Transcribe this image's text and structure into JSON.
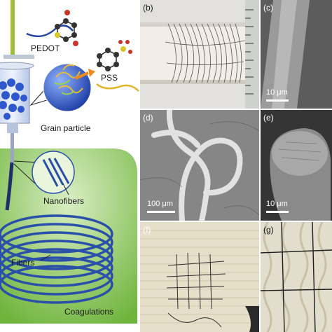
{
  "schematic": {
    "labels": {
      "pedot": "PEDOT",
      "pss": "PSS",
      "grain": "Grain particle",
      "nanofibers": "Nanofibers",
      "fibers": "Fibers",
      "coagulations": "Coagulations"
    },
    "colors": {
      "bath": "#7fc24a",
      "coil": "#2a4fa8",
      "particle": "#2c5bd8"
    }
  },
  "panels": {
    "b": {
      "label": "(b)"
    },
    "c": {
      "label": "(c)",
      "scale": "10 μm"
    },
    "d": {
      "label": "(d)",
      "scale": "100 μm"
    },
    "e": {
      "label": "(e)",
      "scale": "10 μm"
    },
    "f": {
      "label": "(f)"
    },
    "g": {
      "label": "(g)"
    }
  }
}
